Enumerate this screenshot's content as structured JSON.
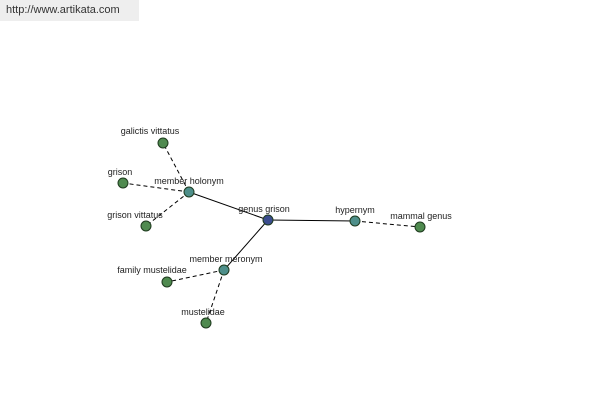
{
  "source_url": "http://www.artikata.com",
  "colors": {
    "root_node": "#3b4d8f",
    "relation_node": "#4e8f8a",
    "leaf_node": "#4f8a4f"
  },
  "graph": {
    "nodes": [
      {
        "id": "genus-grison",
        "label": "genus grison",
        "kind": "root"
      },
      {
        "id": "member-holonym",
        "label": "member holonym",
        "kind": "relation"
      },
      {
        "id": "hypernym",
        "label": "hypernym",
        "kind": "relation"
      },
      {
        "id": "member-meronym",
        "label": "member meronym",
        "kind": "relation"
      },
      {
        "id": "galictis-vittatus",
        "label": "galictis vittatus",
        "kind": "leaf"
      },
      {
        "id": "grison",
        "label": "grison",
        "kind": "leaf"
      },
      {
        "id": "grison-vittatus",
        "label": "grison vittatus",
        "kind": "leaf"
      },
      {
        "id": "mammal-genus",
        "label": "mammal genus",
        "kind": "leaf"
      },
      {
        "id": "family-mustelidae",
        "label": "family mustelidae",
        "kind": "leaf"
      },
      {
        "id": "mustelidae",
        "label": "mustelidae",
        "kind": "leaf"
      }
    ],
    "edges": [
      {
        "from": "genus-grison",
        "to": "member-holonym",
        "style": "solid"
      },
      {
        "from": "genus-grison",
        "to": "hypernym",
        "style": "solid"
      },
      {
        "from": "genus-grison",
        "to": "member-meronym",
        "style": "solid"
      },
      {
        "from": "member-holonym",
        "to": "galictis-vittatus",
        "style": "dashed"
      },
      {
        "from": "member-holonym",
        "to": "grison",
        "style": "dashed"
      },
      {
        "from": "member-holonym",
        "to": "grison-vittatus",
        "style": "dashed"
      },
      {
        "from": "hypernym",
        "to": "mammal-genus",
        "style": "dashed"
      },
      {
        "from": "member-meronym",
        "to": "family-mustelidae",
        "style": "dashed"
      },
      {
        "from": "member-meronym",
        "to": "mustelidae",
        "style": "dashed"
      }
    ]
  }
}
